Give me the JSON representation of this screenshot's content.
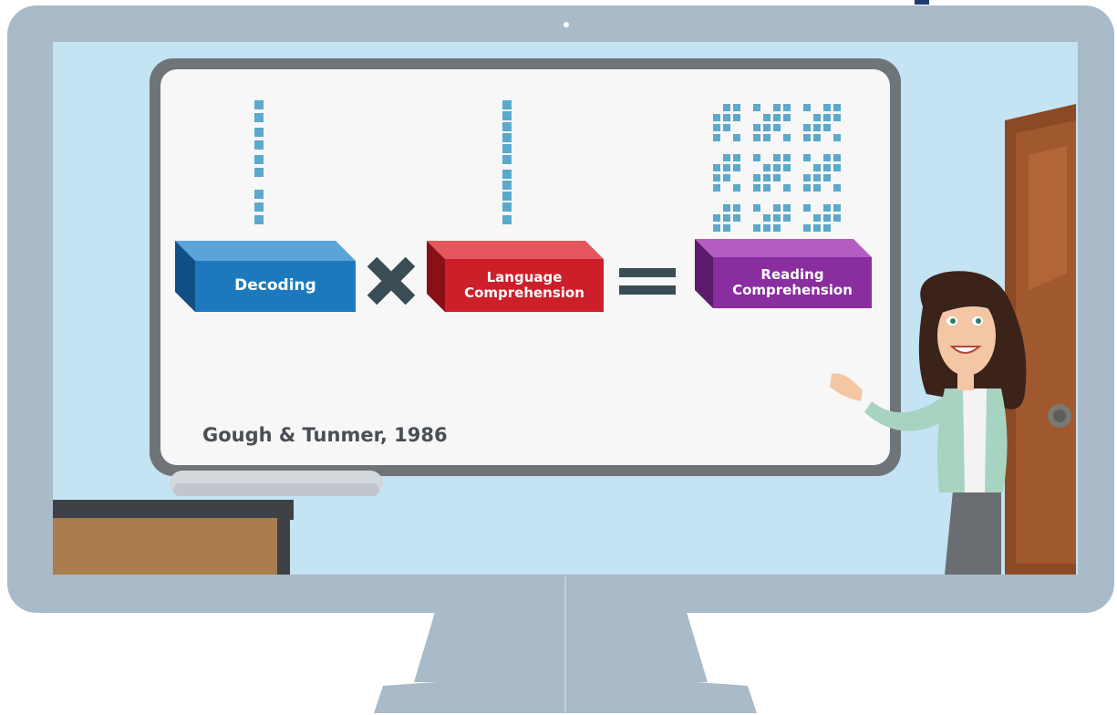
{
  "equation": {
    "term1": {
      "label": "Decoding",
      "color": "#1d79bd"
    },
    "operator1": {
      "name": "multiply-icon"
    },
    "term2": {
      "label_line1": "Language",
      "label_line2": "Comprehension",
      "color": "#cc1f2a"
    },
    "operator2": {
      "name": "equals-icon"
    },
    "result": {
      "label_line1": "Reading",
      "label_line2": "Comprehension",
      "color": "#8a2d9e"
    }
  },
  "citation": "Gough & Tunmer, 1986",
  "colors": {
    "monitor_frame": "#a9bac9",
    "screen_background": "#c4e3f3",
    "whiteboard": "#f7f7f7",
    "whiteboard_border": "#6f7479",
    "pixel_blocks": "#5ba9cc",
    "door": "#8b4a24"
  }
}
